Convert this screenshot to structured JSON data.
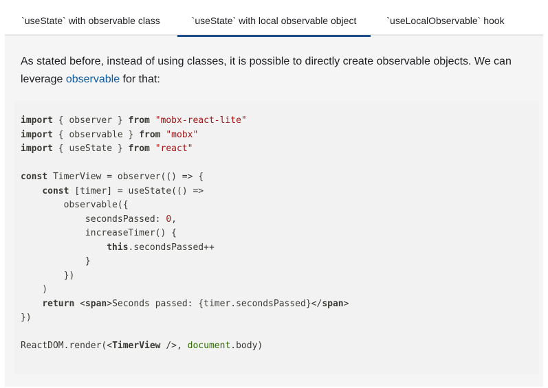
{
  "tabs": [
    {
      "label": "`useState` with observable class",
      "active": false
    },
    {
      "label": "`useState` with local observable object",
      "active": true
    },
    {
      "label": "`useLocalObservable` hook",
      "active": false
    }
  ],
  "intro": {
    "before_link": "As stated before, instead of using classes, it is possible to directly create observable objects. We can leverage ",
    "link_text": "observable",
    "after_link": " for that:"
  },
  "code": {
    "l1_kw_import": "import",
    "l1_mid": " { observer } ",
    "l1_kw_from": "from",
    "l1_str": "\"mobx-react-lite\"",
    "l2_kw_import": "import",
    "l2_mid": " { observable } ",
    "l2_kw_from": "from",
    "l2_str": "\"mobx\"",
    "l3_kw_import": "import",
    "l3_mid": " { useState } ",
    "l3_kw_from": "from",
    "l3_str": "\"react\"",
    "l5_kw_const": "const",
    "l5_rest": " TimerView = observer(() => {",
    "l6_indent": "    ",
    "l6_kw_const": "const",
    "l6_rest": " [timer] = useState(() =>",
    "l7": "        observable({",
    "l8_text": "            secondsPassed: ",
    "l8_num": "0",
    "l8_end": ",",
    "l9": "            increaseTimer() {",
    "l10_indent": "                ",
    "l10_kw_this": "this",
    "l10_rest": ".secondsPassed++",
    "l11": "            }",
    "l12": "        })",
    "l13": "    )",
    "l14_indent": "    ",
    "l14_kw_return": "return",
    "l14_a": " <",
    "l14_span_open": "span",
    "l14_b": ">Seconds passed: {timer.secondsPassed}</",
    "l14_span_close": "span",
    "l14_c": ">",
    "l15": "})",
    "l17_a": "ReactDOM.render(<",
    "l17_timerview": "TimerView",
    "l17_b": " />, ",
    "l17_document": "document",
    "l17_c": ".body)"
  }
}
